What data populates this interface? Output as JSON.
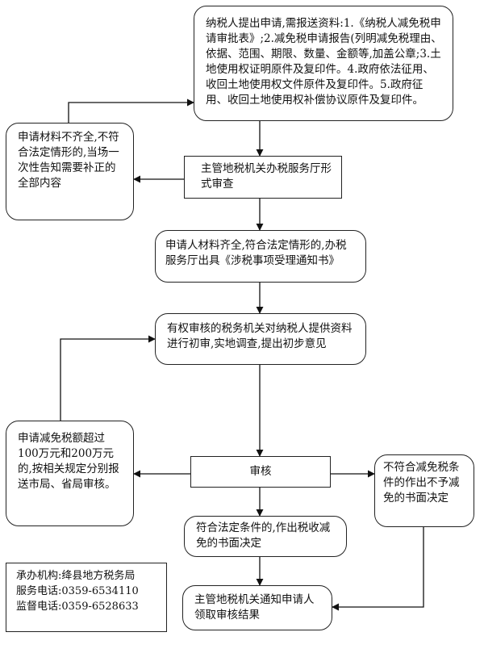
{
  "steps": {
    "apply": "纳税人提出申请,需报送资料:1.《纳税人减免税申请审批表》;2.减免税申请报告(列明减免税理由、依据、范围、期限、数量、金额等,加盖公章;3.土地使用权证明原件及复印件。4.政府依法征用、收回土地使用权文件原件及复印件。5.政府征用、收回土地使用权补偿协议原件及复印件。",
    "incomplete": "申请材料不齐全,不符合法定情形的,当场一次性告知需要补正的全部内容",
    "formal_check": "主管地税机关办税服务厅形式审查",
    "accepted": "申请人材料齐全,符合法定情形的,办税服务厅出具《涉税事项受理通知书》",
    "preliminary": "有权审核的税务机关对纳税人提供资料进行初审,实地调查,提出初步意见",
    "escalate": "申请减免税额超过100万元和200万元的,按相关规定分别报送市局、省局审核。",
    "review": "审核",
    "reject": "不符合减免税条件的作出不予减免的书面决定",
    "approve": "符合法定条件的,作出税收减免的书面决定",
    "notify": "主管地税机关通知申请人领取审核结果"
  },
  "contact": {
    "organizer": "承办机构:绛县地方税务局",
    "service_phone": "服务电话:0359-6534110",
    "supervise_phone": "监督电话:0359-6528633"
  }
}
